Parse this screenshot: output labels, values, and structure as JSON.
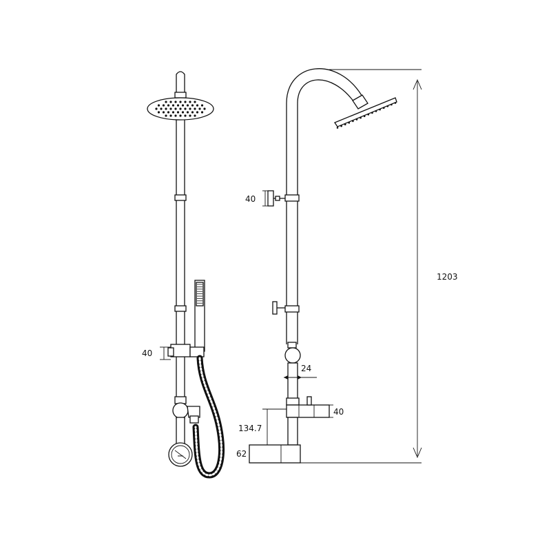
{
  "diagram": {
    "dimensions": {
      "front_slider_height": "40",
      "side_arm_top": "40",
      "side_diameter": "24",
      "side_block": "40",
      "side_drop": "134.7",
      "side_base": "62",
      "total_height": "1203"
    },
    "line_color": "#111111",
    "background": "#ffffff"
  }
}
